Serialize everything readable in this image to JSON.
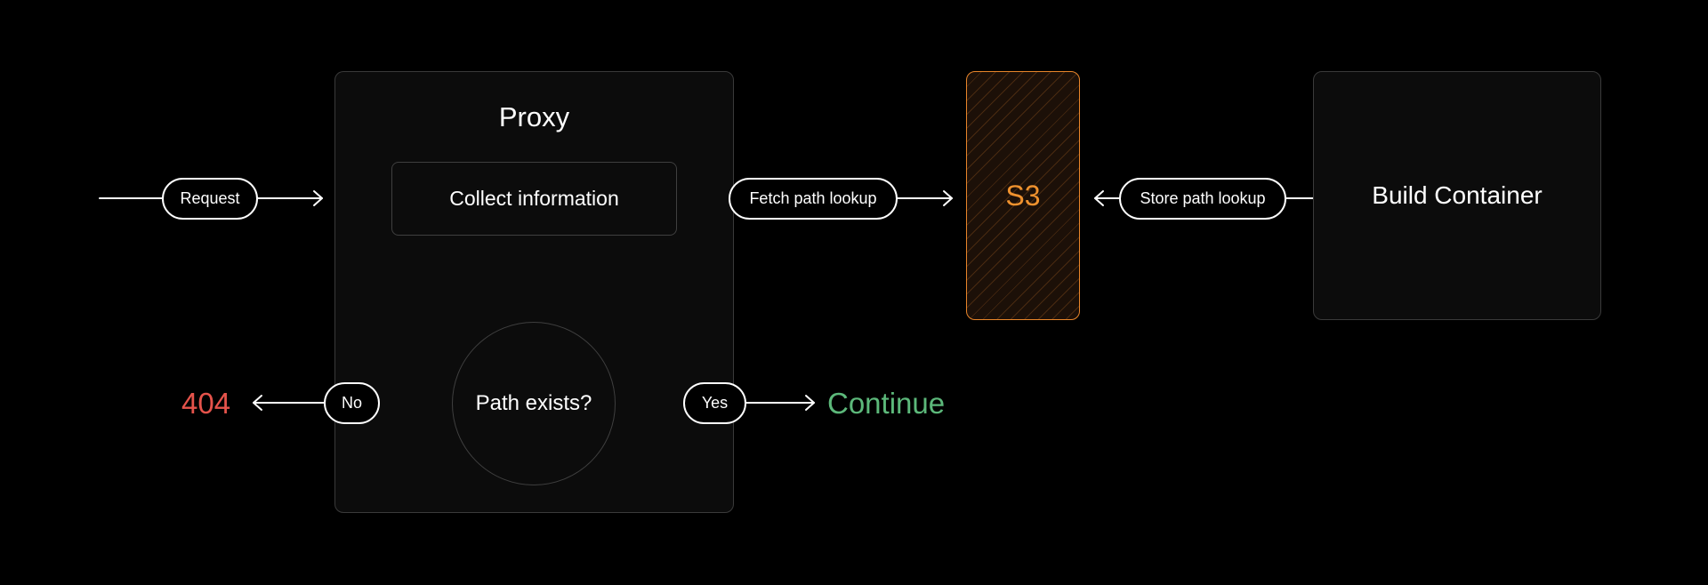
{
  "proxy": {
    "title": "Proxy",
    "collect_label": "Collect information",
    "decision_label": "Path exists?"
  },
  "storage": {
    "label": "S3",
    "accent_color": "#f0922e"
  },
  "build": {
    "label": "Build Container"
  },
  "edges": {
    "request": "Request",
    "fetch": "Fetch path lookup",
    "store": "Store path lookup",
    "no": "No",
    "yes": "Yes"
  },
  "outcomes": {
    "not_found": "404",
    "not_found_color": "#e5534b",
    "success": "Continue",
    "success_color": "#5cb87a"
  }
}
